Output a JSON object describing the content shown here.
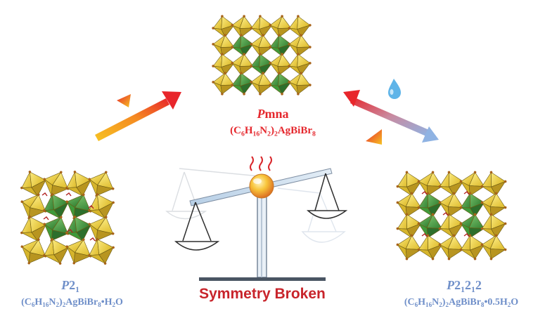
{
  "top": {
    "space_group_italic": "P",
    "space_group_rest": "mna",
    "formula": [
      "(C",
      "6",
      "H",
      "16",
      "N",
      "2",
      ")",
      "2",
      "AgBiBr",
      "8",
      ""
    ]
  },
  "left": {
    "space_group_italic": "P",
    "space_group_rest": "2",
    "space_group_sub": "1",
    "formula": [
      "(C",
      "6",
      "H",
      "16",
      "N",
      "2",
      ")",
      "2",
      "AgBiBr",
      "8",
      "•H",
      "2",
      "O"
    ]
  },
  "right": {
    "space_group_italic": "P",
    "space_group_rest": "2",
    "space_group_sub1": "1",
    "space_group_mid": "2",
    "space_group_sub2": "1",
    "space_group_end": "2",
    "formula": [
      "(C",
      "6",
      "H",
      "16",
      "N",
      "2",
      ")",
      "2",
      "AgBiBr",
      "8",
      "•0.5H",
      "2",
      "O"
    ]
  },
  "center_caption": "Symmetry Broken",
  "colors": {
    "red": "#e5272d",
    "blue": "#6f8fc9",
    "bi_octahedron": "#e6c832",
    "ag_octahedron": "#3f9a3a",
    "caption": "#c8242b"
  }
}
